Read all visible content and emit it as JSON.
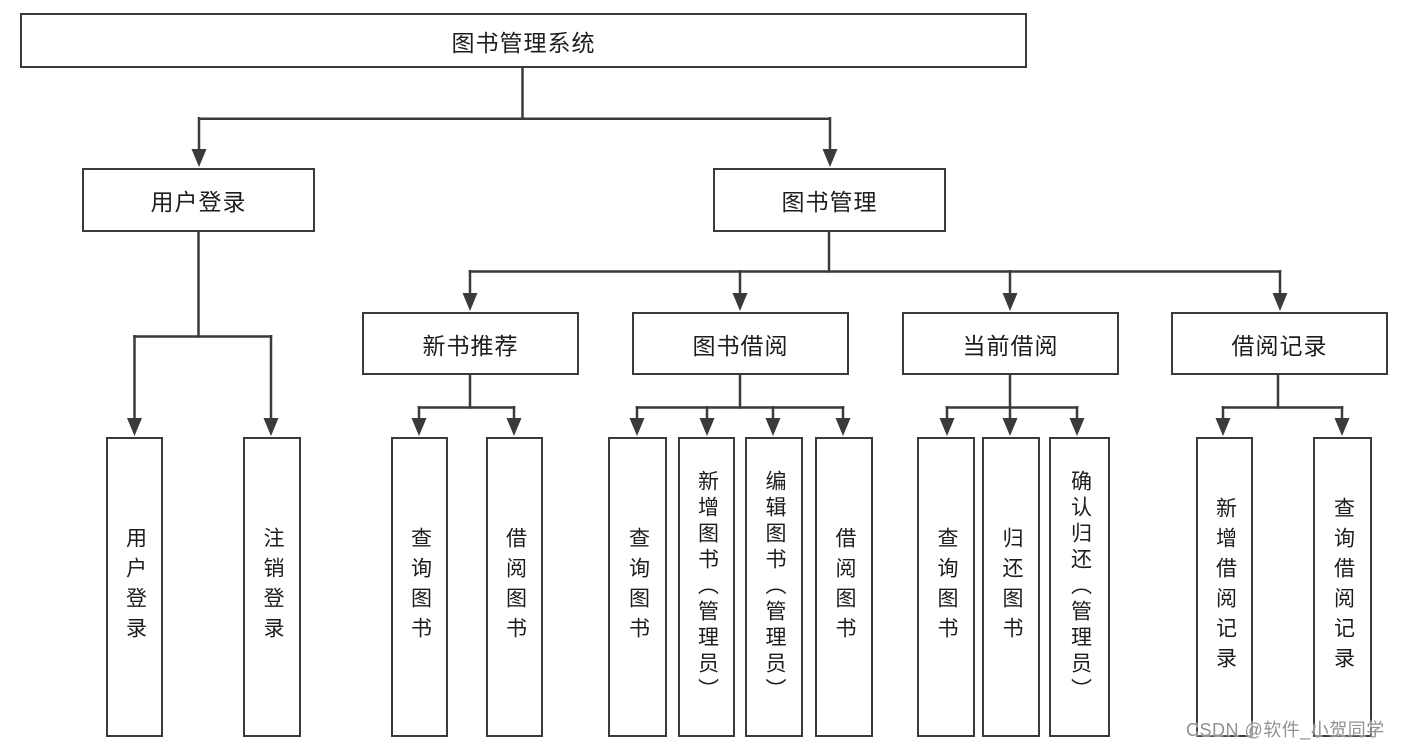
{
  "diagram": {
    "root": {
      "label": "图书管理系统"
    },
    "branches": {
      "user_login": {
        "label": "用户登录",
        "children": {
          "login": "用户登录",
          "logout": "注销登录"
        }
      },
      "book_mgmt": {
        "label": "图书管理"
      }
    },
    "modules": {
      "new_books": {
        "label": "新书推荐",
        "children": {
          "query": "查询图书",
          "borrow": "借阅图书"
        }
      },
      "book_borrow": {
        "label": "图书借阅",
        "children": {
          "query": "查询图书",
          "add": "新增图书（管理员）",
          "edit": "编辑图书（管理员）",
          "borrow": "借阅图书"
        }
      },
      "current_borrow": {
        "label": "当前借阅",
        "children": {
          "query": "查询图书",
          "return": "归还图书",
          "confirm": "确认归还（管理员）"
        }
      },
      "borrow_records": {
        "label": "借阅记录",
        "children": {
          "add": "新增借阅记录",
          "query": "查询借阅记录"
        }
      }
    }
  },
  "watermark": {
    "text": "CSDN @软件_小贺同学"
  },
  "colors": {
    "line": "#3a3a3a",
    "text": "#1d1d1d",
    "watermark": "#919191",
    "background": "#ffffff"
  }
}
